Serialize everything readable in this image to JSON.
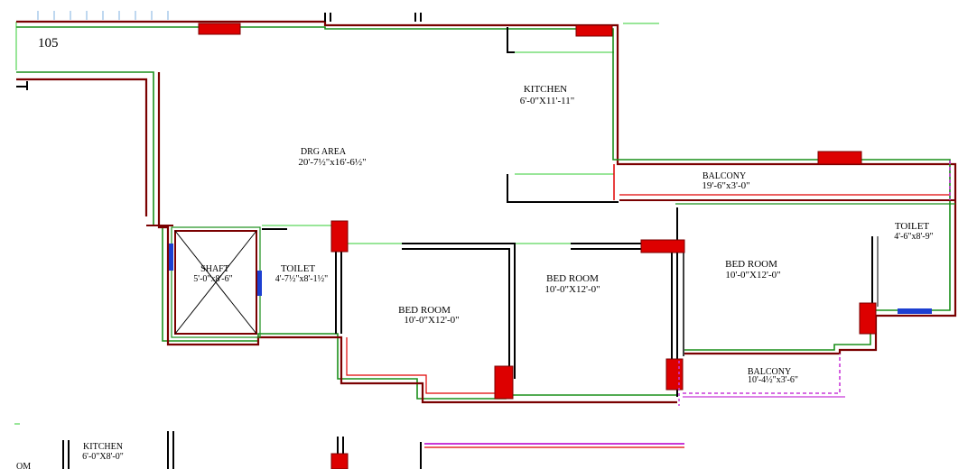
{
  "unit_number": "105",
  "colors": {
    "wall_dark": "#7a0000",
    "wall_green": "#1a8f1a",
    "wall_red": "#e00000",
    "window_fill": "#dd0000",
    "glass_blue": "#1c3fd1",
    "railing_magenta": "#c838d8",
    "guide_green": "#33cc33"
  },
  "rooms": [
    {
      "id": "kitchen",
      "name": "KITCHEN",
      "dims": "6'-0\"X11'-11\""
    },
    {
      "id": "drg-area",
      "name": "DRG AREA",
      "dims": "20'-7½\"x16'-6½\""
    },
    {
      "id": "balcony-top",
      "name": "BALCONY",
      "dims": "19'-6\"x3'-0\""
    },
    {
      "id": "toilet-right",
      "name": "TOILET",
      "dims": "4'-6\"x8'-9\""
    },
    {
      "id": "bedroom-right",
      "name": "BED ROOM",
      "dims": "10'-0\"X12'-0\""
    },
    {
      "id": "shaft",
      "name": "SHAFT",
      "dims": "5'-0\"x8'-6\""
    },
    {
      "id": "toilet-left",
      "name": "TOILET",
      "dims": "4'-7½\"x8'-1½\""
    },
    {
      "id": "bedroom-middle",
      "name": "BED ROOM",
      "dims": "10'-0\"X12'-0\""
    },
    {
      "id": "bedroom-left",
      "name": "BED ROOM",
      "dims": "10'-0\"X12'-0\""
    },
    {
      "id": "balcony-bottom",
      "name": "BALCONY",
      "dims": "10'-4½\"x3'-6\""
    },
    {
      "id": "kitchen-lower",
      "name": "KITCHEN",
      "dims": "6'-0\"X8'-0\""
    }
  ],
  "partial_label": "OM"
}
